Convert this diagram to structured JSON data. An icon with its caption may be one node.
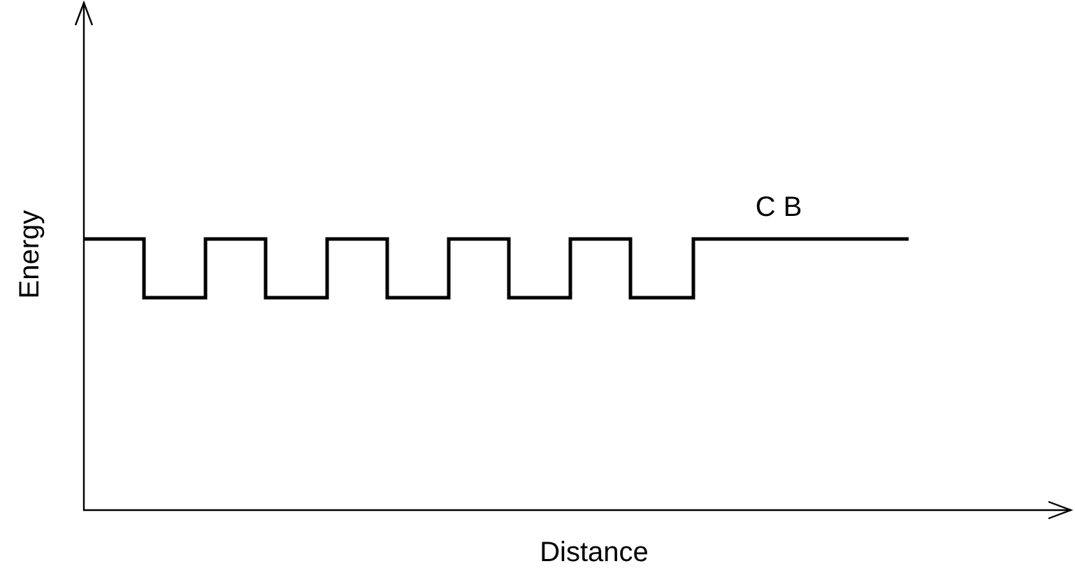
{
  "diagram": {
    "labels": [
      "C B",
      "Energy",
      "Distance"
    ]
  }
}
